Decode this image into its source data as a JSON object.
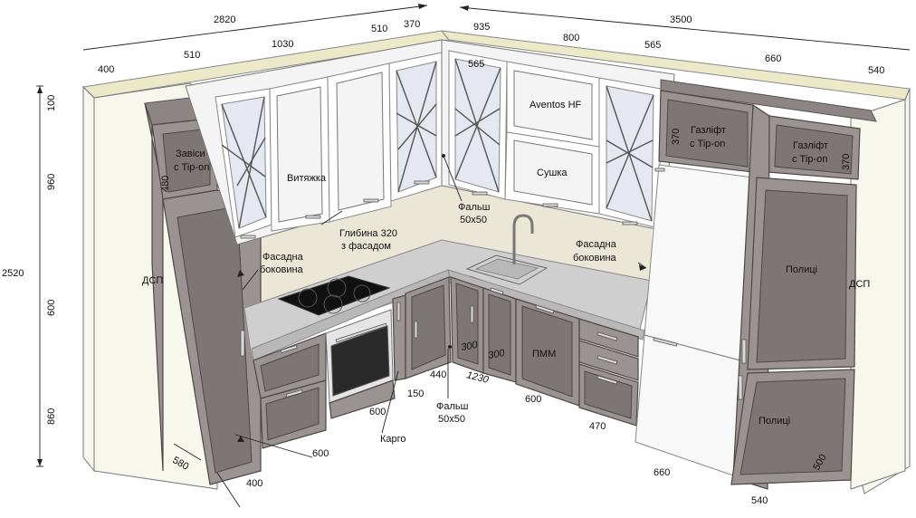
{
  "dimensions": {
    "top_left_total": "2820",
    "top_right_total": "3500",
    "height_total": "2520",
    "left_400_top": "400",
    "left_510": "510",
    "left_1030": "1030",
    "left_510_b": "510",
    "left_370": "370",
    "right_935": "935",
    "right_800": "800",
    "right_565": "565",
    "right_660": "660",
    "right_540": "540",
    "door_565": "565",
    "v_100": "100",
    "v_960": "960",
    "v_600": "600",
    "v_860": "860",
    "h_480": "480",
    "h_370_left": "370",
    "h_370_right": "370",
    "d_300_a": "300",
    "d_300_b": "300",
    "d_440": "440",
    "d_1230": "1230",
    "d_150": "150",
    "d_600_karho": "600",
    "d_600_bottom": "600",
    "d_600_pmm": "600",
    "d_470": "470",
    "d_580": "580",
    "d_400_bottom": "400",
    "d_660_bottom": "660",
    "d_540_bottom": "540",
    "d_500": "500"
  },
  "labels": {
    "zavisy_1": "Завіси",
    "zavisy_2": "с Tip-on",
    "vytyazhka": "Витяжка",
    "hlybyna_1": "Глибина 320",
    "hlybyna_2": "з фасадом",
    "falsh_top_1": "Фальш",
    "falsh_top_2": "50x50",
    "aventos": "Aventos HF",
    "sushka": "Сушка",
    "hazlift_left_1": "Газліфт",
    "hazlift_left_2": "с Tip-on",
    "hazlift_right_1": "Газліфт",
    "hazlift_right_2": "с Tip-on",
    "fasadna_left_1": "Фасадна",
    "fasadna_left_2": "боковина",
    "fasadna_right_1": "Фасадна",
    "fasadna_right_2": "боковина",
    "dsp_left": "ДСП",
    "dsp_right": "ДСП",
    "polytsi_top": "Полиці",
    "polytsi_bottom": "Полиці",
    "pmm": "ПММ",
    "karho": "Карго",
    "falsh_bottom_1": "Фальш",
    "falsh_bottom_2": "50x50"
  }
}
